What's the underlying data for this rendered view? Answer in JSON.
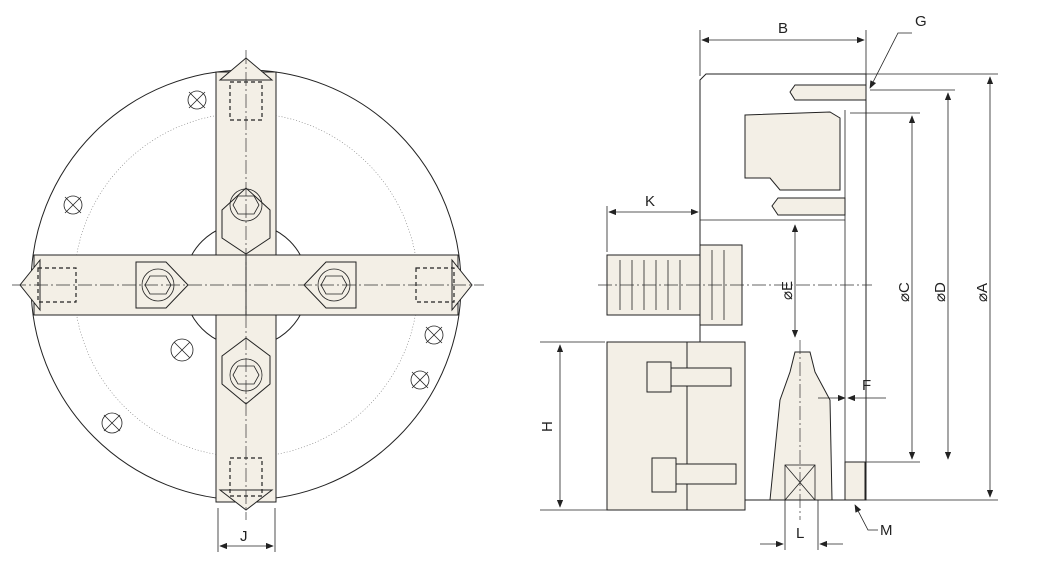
{
  "labels": {
    "A": "⌀A",
    "B": "B",
    "C": "⌀C",
    "D": "⌀D",
    "E": "⌀E",
    "F": "F",
    "G": "G",
    "H": "H",
    "J": "J",
    "K": "K",
    "L": "L",
    "M": "M"
  },
  "colors": {
    "part_fill": "#f3efe6",
    "line": "#222222"
  }
}
